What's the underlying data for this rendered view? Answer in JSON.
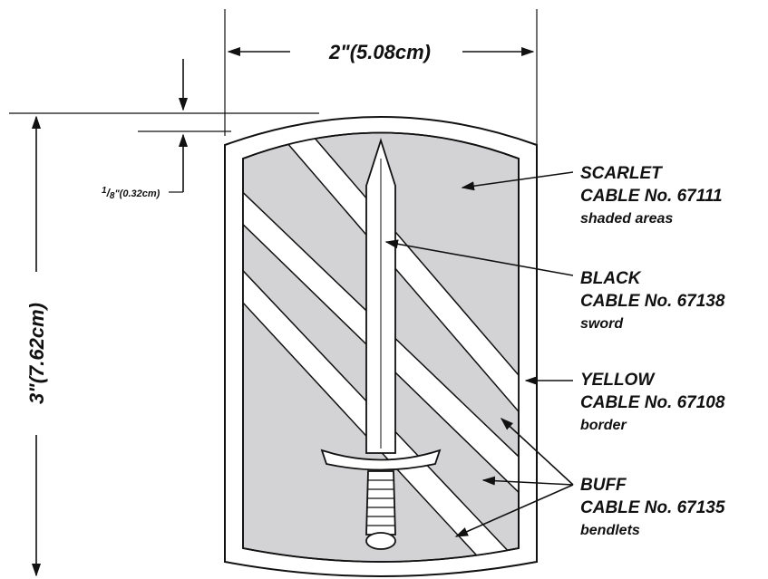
{
  "dimensions": {
    "width": "2\"(5.08cm)",
    "height": "3\"(7.62cm)",
    "border_num": "1",
    "border_den": "8",
    "border_unit": "\"(0.32cm)"
  },
  "callouts": [
    {
      "color": "SCARLET",
      "cable": "CABLE No. 67111",
      "note": "shaded areas"
    },
    {
      "color": "BLACK",
      "cable": "CABLE No. 67138",
      "note": "sword"
    },
    {
      "color": "YELLOW",
      "cable": "CABLE No. 67108",
      "note": "border"
    },
    {
      "color": "BUFF",
      "cable": "CABLE No. 67135",
      "note": "bendlets"
    }
  ],
  "colors": {
    "field": "#d3d3d6",
    "outline": "#222222",
    "light": "#ffffff"
  }
}
